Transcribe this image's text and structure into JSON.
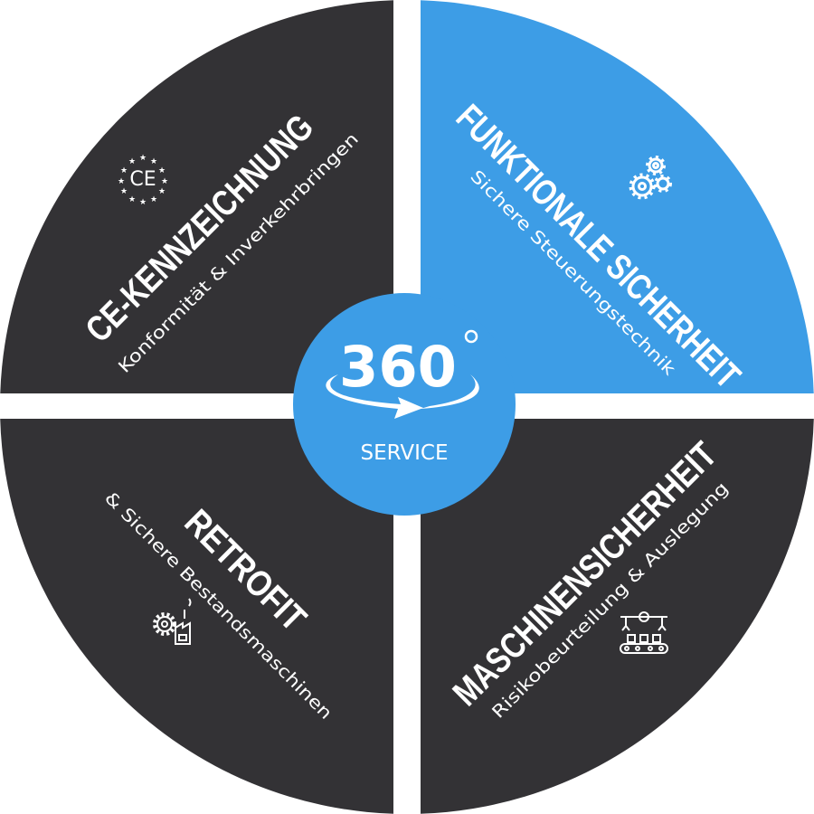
{
  "colors": {
    "dark": "#333235",
    "blue": "#3d9de6",
    "white": "#ffffff"
  },
  "center": {
    "number": "360",
    "label": "SERVICE"
  },
  "segments": [
    {
      "title": "CE-KENNZEICHNUNG",
      "subtitle": "Konformität & Inverkehrbringen",
      "icon": "ce-mark-icon"
    },
    {
      "title": "FUNKTIONALE SICHERHEIT",
      "subtitle": "Sichere Steuerungstechnik",
      "icon": "gears-icon"
    },
    {
      "title": "MASCHINENSICHERHEIT",
      "subtitle": "Risikobeurteilung & Auslegung",
      "icon": "conveyor-robot-icon"
    },
    {
      "title": "RETROFIT",
      "subtitle": "& Sichere Bestandsmaschinen",
      "icon": "factory-gear-icon"
    }
  ]
}
